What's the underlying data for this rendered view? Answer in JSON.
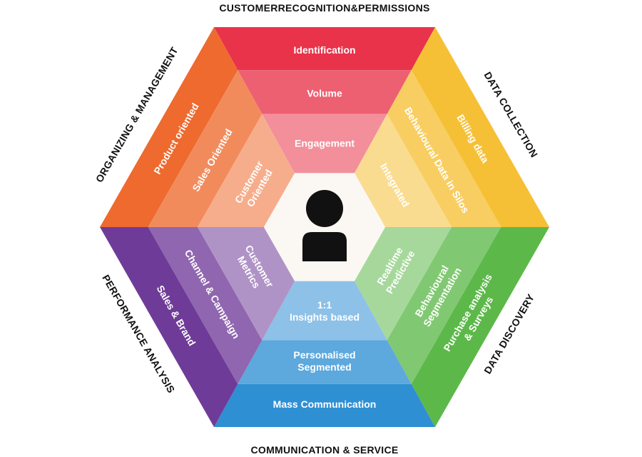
{
  "diagram": {
    "titles": {
      "top": "CUSTOMERRECOGNITION&PERMISSIONS",
      "upper_right": "DATA COLLECTION",
      "lower_right": "DATA DISCOVERY",
      "bottom": "COMMUNICATION & SERVICE",
      "lower_left": "PERFORMANCE ANALYSIS",
      "upper_left": "ORGANIZING & MANAGEMENT"
    },
    "sectors": {
      "top": {
        "color": "#e8334a",
        "outer": [
          "Identification"
        ],
        "middle": [
          "Volume"
        ],
        "inner": [
          "Engagement"
        ]
      },
      "upper_right": {
        "color": "#f6c036",
        "outer": [
          "Billing data"
        ],
        "middle": [
          "Behavioural Data in Silos"
        ],
        "inner": [
          "Integrated"
        ]
      },
      "lower_right": {
        "color": "#5db84a",
        "outer": [
          "Purchase analysis",
          "& Surveys"
        ],
        "middle": [
          "Behavioural",
          "Segmentation"
        ],
        "inner": [
          "Realtime",
          "Predictive"
        ]
      },
      "bottom": {
        "color": "#2f8fd3",
        "outer": [
          "Mass Communication"
        ],
        "middle": [
          "Personalised",
          "Segmented"
        ],
        "inner": [
          "1:1",
          "Insights based"
        ]
      },
      "lower_left": {
        "color": "#6f3b98",
        "outer": [
          "Sales & Brand"
        ],
        "middle": [
          "Channel & Campaign"
        ],
        "inner": [
          "Customer",
          "Metrics"
        ]
      },
      "upper_left": {
        "color": "#ee6a2e",
        "outer": [
          "Product oriented"
        ],
        "middle": [
          "Sales Oriented"
        ],
        "inner": [
          "Customer",
          "Oriented"
        ]
      }
    },
    "center_icon": "person-icon"
  }
}
